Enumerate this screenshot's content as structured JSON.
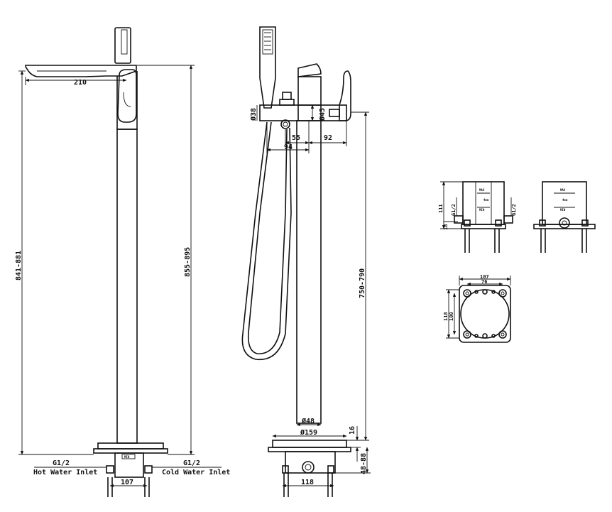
{
  "colors": {
    "line": "#111111",
    "background": "#ffffff"
  },
  "side_view": {
    "spout_reach": "210",
    "total_height": "855-895",
    "spout_height": "841-881",
    "inlet_hot_thread": "G1/2",
    "inlet_cold_thread": "G1/2",
    "hot_label": "Hot Water Inlet",
    "cold_label": "Cold Water Inlet",
    "base_width": "107"
  },
  "front_view": {
    "handset_dia": "Ø38",
    "body_dia": "Ø45",
    "offset_55": "55",
    "offset_94": "94",
    "offset_92": "92",
    "column_height": "750-790",
    "column_dia": "Ø48",
    "flange_dia": "Ø159",
    "flange_thickness": "16",
    "box_depth": "48-88",
    "box_width": "118"
  },
  "box_side": {
    "height": "111",
    "thread_left": "G1/2",
    "thread_right": "G1/2",
    "low": "18",
    "max_mark": "MAX",
    "min_mark": "MIN",
    "mm_mark": "4mm"
  },
  "box_back": {
    "max_mark": "MAX",
    "min_mark": "MIN",
    "mm_mark": "4mm"
  },
  "box_top": {
    "outer_width": "107",
    "inner_width": "76",
    "outer_height": "118",
    "inner_height": "100"
  }
}
